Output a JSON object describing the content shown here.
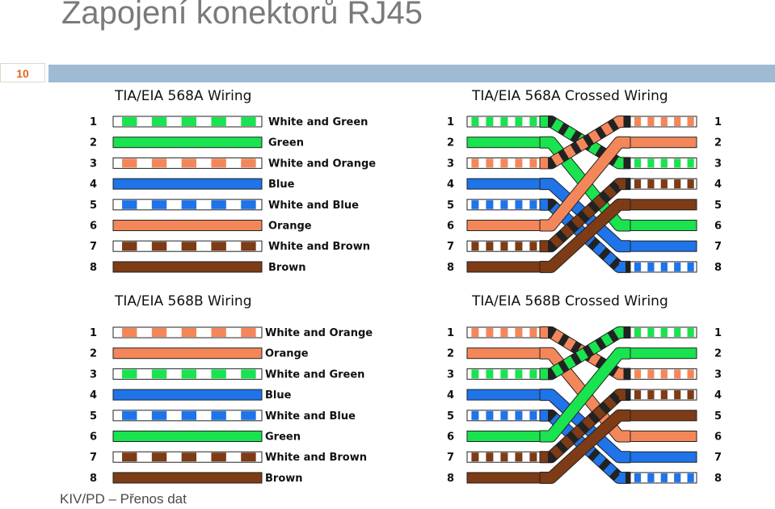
{
  "slide": {
    "title": "Zapojení konektorů RJ45",
    "number": "10",
    "footer": "KIV/PD – Přenos dat"
  },
  "colors": {
    "green": "#19e34f",
    "orange": "#f4875a",
    "blue": "#1e74e8",
    "brown": "#7d3b16",
    "maroon": "#7a0a0a",
    "white": "#ffffff",
    "title_gray": "#7a7a7a",
    "badge_orange": "#e0651c",
    "bar_blue": "#9fbad3"
  },
  "diagrams": {
    "a": {
      "title": "TIA/EIA 568A Wiring",
      "wires": [
        {
          "pin": "1",
          "label": "White and Green",
          "color": "green",
          "striped": true
        },
        {
          "pin": "2",
          "label": "Green",
          "color": "green",
          "striped": false
        },
        {
          "pin": "3",
          "label": "White and Orange",
          "color": "orange",
          "striped": true
        },
        {
          "pin": "4",
          "label": "Blue",
          "color": "blue",
          "striped": false
        },
        {
          "pin": "5",
          "label": "White and Blue",
          "color": "blue",
          "striped": true
        },
        {
          "pin": "6",
          "label": "Orange",
          "color": "orange",
          "striped": false
        },
        {
          "pin": "7",
          "label": "White and Brown",
          "color": "brown",
          "striped": true
        },
        {
          "pin": "8",
          "label": "Brown",
          "color": "brown",
          "striped": false
        }
      ]
    },
    "b": {
      "title": "TIA/EIA 568B Wiring",
      "wires": [
        {
          "pin": "1",
          "label": "White and Orange",
          "color": "orange",
          "striped": true
        },
        {
          "pin": "2",
          "label": "Orange",
          "color": "orange",
          "striped": false
        },
        {
          "pin": "3",
          "label": "White and Green",
          "color": "green",
          "striped": true
        },
        {
          "pin": "4",
          "label": "Blue",
          "color": "blue",
          "striped": false
        },
        {
          "pin": "5",
          "label": "White and Blue",
          "color": "blue",
          "striped": true
        },
        {
          "pin": "6",
          "label": "Green",
          "color": "green",
          "striped": false
        },
        {
          "pin": "7",
          "label": "White and Brown",
          "color": "brown",
          "striped": true
        },
        {
          "pin": "8",
          "label": "Brown",
          "color": "brown",
          "striped": false
        }
      ]
    },
    "a_crossed": {
      "title": "TIA/EIA 568A Crossed Wiring",
      "left_pins": [
        "1",
        "2",
        "3",
        "4",
        "5",
        "6",
        "7",
        "8"
      ],
      "right_pins": [
        "1",
        "2",
        "3",
        "4",
        "5",
        "6",
        "7",
        "8"
      ],
      "left_wires": [
        {
          "color": "green",
          "striped": true
        },
        {
          "color": "green",
          "striped": false
        },
        {
          "color": "orange",
          "striped": true
        },
        {
          "color": "blue",
          "striped": false
        },
        {
          "color": "blue",
          "striped": true
        },
        {
          "color": "orange",
          "striped": false
        },
        {
          "color": "brown",
          "striped": true
        },
        {
          "color": "brown",
          "striped": false
        }
      ],
      "right_wires": [
        {
          "color": "orange",
          "striped": true
        },
        {
          "color": "orange",
          "striped": false
        },
        {
          "color": "green",
          "striped": true
        },
        {
          "color": "brown",
          "striped": true
        },
        {
          "color": "brown",
          "striped": false
        },
        {
          "color": "green",
          "striped": false
        },
        {
          "color": "blue",
          "striped": false
        },
        {
          "color": "blue",
          "striped": true
        }
      ],
      "connections": [
        [
          1,
          3
        ],
        [
          2,
          6
        ],
        [
          3,
          1
        ],
        [
          4,
          7
        ],
        [
          5,
          8
        ],
        [
          6,
          2
        ],
        [
          7,
          4
        ],
        [
          8,
          5
        ]
      ]
    },
    "b_crossed": {
      "title": "TIA/EIA 568B Crossed Wiring",
      "left_pins": [
        "1",
        "2",
        "3",
        "4",
        "5",
        "6",
        "7",
        "8"
      ],
      "right_pins": [
        "1",
        "2",
        "3",
        "4",
        "5",
        "6",
        "7",
        "8"
      ],
      "left_wires": [
        {
          "color": "orange",
          "striped": true
        },
        {
          "color": "orange",
          "striped": false
        },
        {
          "color": "green",
          "striped": true
        },
        {
          "color": "blue",
          "striped": false
        },
        {
          "color": "blue",
          "striped": true
        },
        {
          "color": "green",
          "striped": false
        },
        {
          "color": "brown",
          "striped": true
        },
        {
          "color": "brown",
          "striped": false
        }
      ],
      "right_wires": [
        {
          "color": "green",
          "striped": true
        },
        {
          "color": "green",
          "striped": false
        },
        {
          "color": "orange",
          "striped": true
        },
        {
          "color": "brown",
          "striped": true
        },
        {
          "color": "brown",
          "striped": false
        },
        {
          "color": "orange",
          "striped": false
        },
        {
          "color": "blue",
          "striped": false
        },
        {
          "color": "blue",
          "striped": true
        }
      ],
      "connections": [
        [
          1,
          3
        ],
        [
          2,
          6
        ],
        [
          3,
          1
        ],
        [
          4,
          7
        ],
        [
          5,
          8
        ],
        [
          6,
          2
        ],
        [
          7,
          4
        ],
        [
          8,
          5
        ]
      ]
    }
  }
}
